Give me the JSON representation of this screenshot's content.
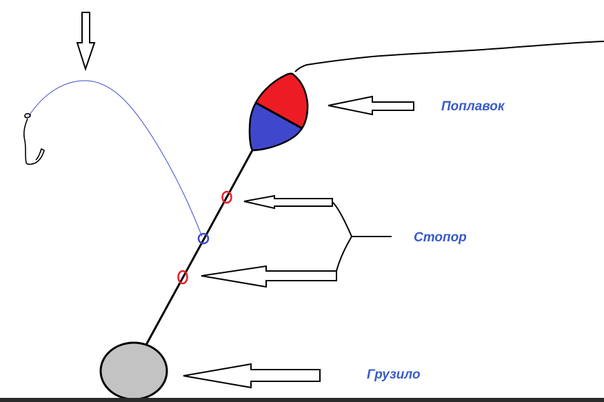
{
  "labels": {
    "float": "Поплавок",
    "stopper": "Стопор",
    "sinker": "Грузило"
  },
  "colors": {
    "label_text": "#3a5bc8",
    "float_top": "#ed1c24",
    "float_bottom": "#3f48cc",
    "stopper_ring": "#ed1c24",
    "guide_ring": "#3f48cc",
    "leader_line": "#3f48cc",
    "sinker_fill": "#c3c3c3",
    "line": "#000000",
    "bottom_bar": "#2b2b2b"
  }
}
